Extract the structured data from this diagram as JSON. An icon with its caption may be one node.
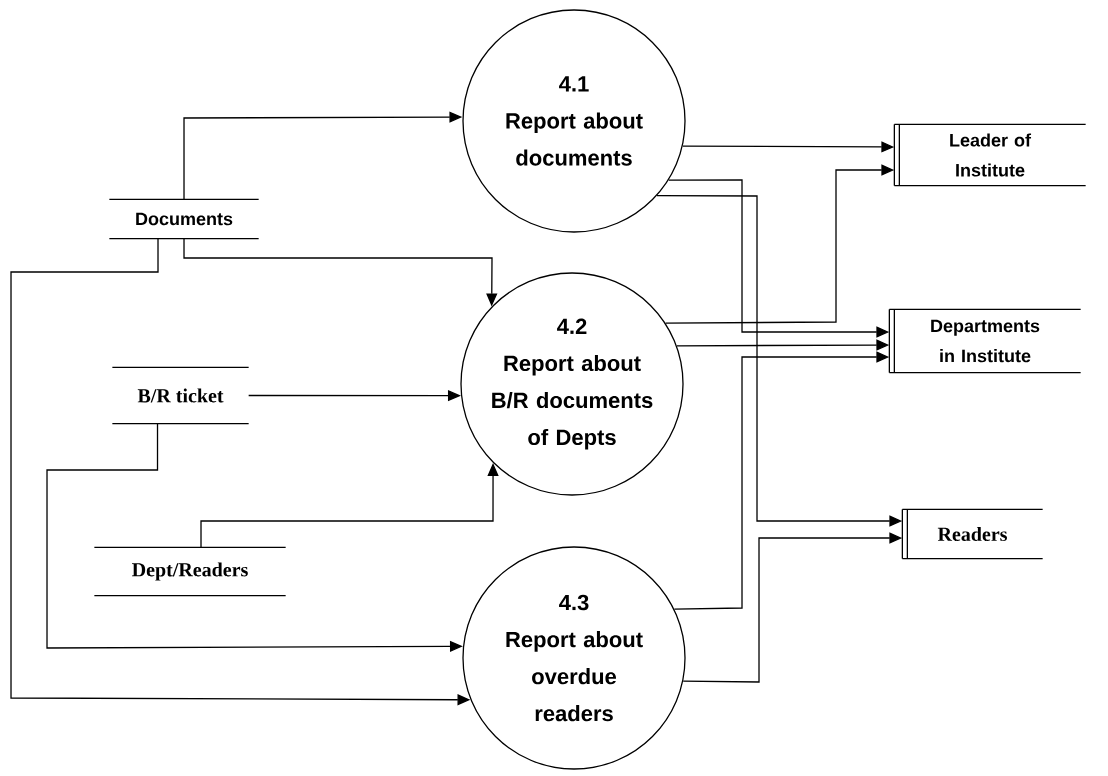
{
  "diagram": {
    "nodes": [
      {
        "text": [
          "Documents"
        ]
      },
      {
        "text": [
          "B/R ticket"
        ]
      },
      {
        "text": [
          "Dept/Readers"
        ]
      },
      {
        "text": [
          "4.1",
          "Report about documents"
        ]
      },
      {
        "text": [
          "4.2",
          "Report about B/R documents of Depts"
        ]
      },
      {
        "text": [
          "4.3",
          "Report about overdue readers"
        ]
      },
      {
        "text": [
          "Leader of Institute"
        ]
      },
      {
        "text": [
          "Departments in Institute"
        ]
      },
      {
        "text": [
          "Readers"
        ]
      }
    ],
    "edges": [
      {
        "from": 0,
        "to": 3,
        "arrow": "to"
      },
      {
        "from": 0,
        "to": 4,
        "arrow": "to"
      },
      {
        "from": 0,
        "to": 5,
        "arrow": "to"
      },
      {
        "from": 1,
        "to": 4,
        "arrow": "to"
      },
      {
        "from": 1,
        "to": 5,
        "arrow": "to"
      },
      {
        "from": 2,
        "to": 4,
        "arrow": "to"
      },
      {
        "from": 3,
        "to": 6,
        "arrow": "to"
      },
      {
        "from": 3,
        "to": 7,
        "arrow": "to"
      },
      {
        "from": 3,
        "to": 8,
        "arrow": "to"
      },
      {
        "from": 4,
        "to": 6,
        "arrow": "to"
      },
      {
        "from": 4,
        "to": 7,
        "arrow": "to"
      },
      {
        "from": 5,
        "to": 7,
        "arrow": "to"
      },
      {
        "from": 5,
        "to": 8,
        "arrow": "to"
      }
    ]
  }
}
